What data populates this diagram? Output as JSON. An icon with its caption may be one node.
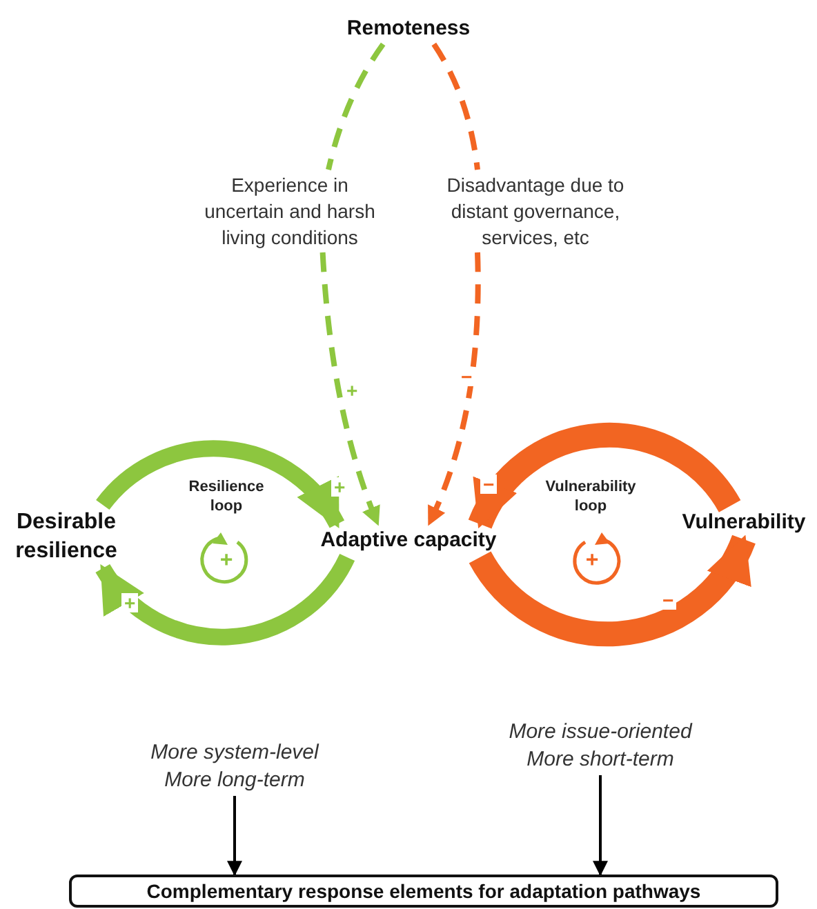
{
  "diagram": {
    "nodes": [
      {
        "text": [
          "Remoteness"
        ]
      },
      {
        "text": [
          "Experience in uncertain and harsh living conditions"
        ]
      },
      {
        "text": [
          "Disadvantage due to distant governance, services, etc"
        ]
      },
      {
        "text": [
          "Desirable resilience"
        ]
      },
      {
        "text": [
          "Adaptive capacity"
        ]
      },
      {
        "text": [
          "Vulnerability"
        ]
      },
      {
        "text": [
          "More system-level More long-term"
        ]
      },
      {
        "text": [
          "More issue-oriented More short-term"
        ]
      },
      {
        "text": [
          "Complementary response elements for adaptation pathways"
        ]
      }
    ],
    "edges": [
      {
        "from": 0,
        "to": 1,
        "arrow": "none",
        "style": "dashed",
        "color": "#8dc63f"
      },
      {
        "from": 1,
        "to": 4,
        "arrow": "to",
        "style": "dashed",
        "color": "#8dc63f",
        "label": "+"
      },
      {
        "from": 0,
        "to": 2,
        "arrow": "none",
        "style": "dashed",
        "color": "#f26522"
      },
      {
        "from": 2,
        "to": 4,
        "arrow": "to",
        "style": "dashed",
        "color": "#f26522",
        "label": "−"
      },
      {
        "from": 3,
        "to": 4,
        "arrow": "to",
        "style": "thick",
        "color": "#8dc63f",
        "label": "+"
      },
      {
        "from": 4,
        "to": 3,
        "arrow": "to",
        "style": "thick",
        "color": "#8dc63f",
        "label": "+"
      },
      {
        "from": 5,
        "to": 4,
        "arrow": "to",
        "style": "thick",
        "color": "#f26522",
        "label": "−"
      },
      {
        "from": 4,
        "to": 5,
        "arrow": "to",
        "style": "thick",
        "color": "#f26522",
        "label": "−"
      },
      {
        "from": 6,
        "to": 8,
        "arrow": "to",
        "color": "#000000"
      },
      {
        "from": 7,
        "to": 8,
        "arrow": "to",
        "color": "#000000"
      }
    ],
    "labels": [
      "Resilience loop",
      "+",
      "Vulnerability loop",
      "+"
    ]
  }
}
